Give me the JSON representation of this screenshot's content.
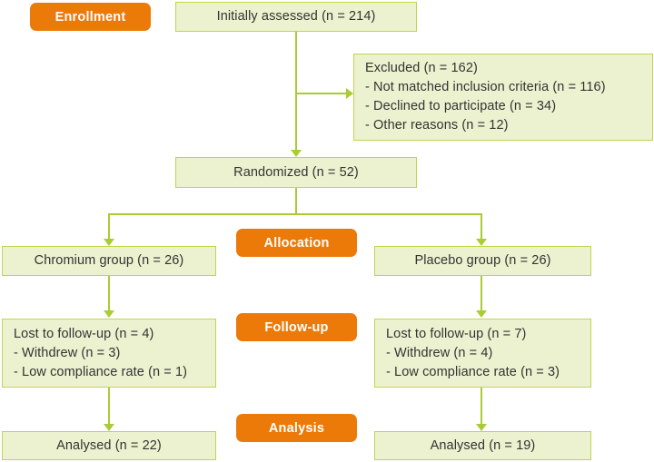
{
  "diagram": {
    "title": "CONSORT participant flow diagram",
    "colors": {
      "box_fill": "#ecf2cf",
      "box_border": "#c2d44a",
      "connector": "#aacc33",
      "badge_fill": "#ec7a08",
      "badge_text": "#ffffff",
      "box_text": "#333333"
    }
  },
  "stages": {
    "enrollment": "Enrollment",
    "allocation": "Allocation",
    "followup": "Follow-up",
    "analysis": "Analysis"
  },
  "nodes": {
    "assessed": "Initially assessed (n = 214)",
    "excluded": {
      "heading": "Excluded (n = 162)",
      "reasons": [
        "- Not matched inclusion criteria (n = 116)",
        "- Declined to participate (n = 34)",
        "- Other reasons (n = 12)"
      ]
    },
    "randomized": "Randomized (n = 52)",
    "arm_left": {
      "allocation": "Chromium group (n = 26)",
      "followup": {
        "heading": "Lost to follow-up (n = 4)",
        "reasons": [
          "- Withdrew (n = 3)",
          "- Low compliance rate (n = 1)"
        ]
      },
      "analysis": "Analysed (n = 22)"
    },
    "arm_right": {
      "allocation": "Placebo group (n = 26)",
      "followup": {
        "heading": "Lost to follow-up (n = 7)",
        "reasons": [
          "- Withdrew (n = 4)",
          "- Low compliance rate (n = 3)"
        ]
      },
      "analysis": "Analysed (n = 19)"
    }
  }
}
